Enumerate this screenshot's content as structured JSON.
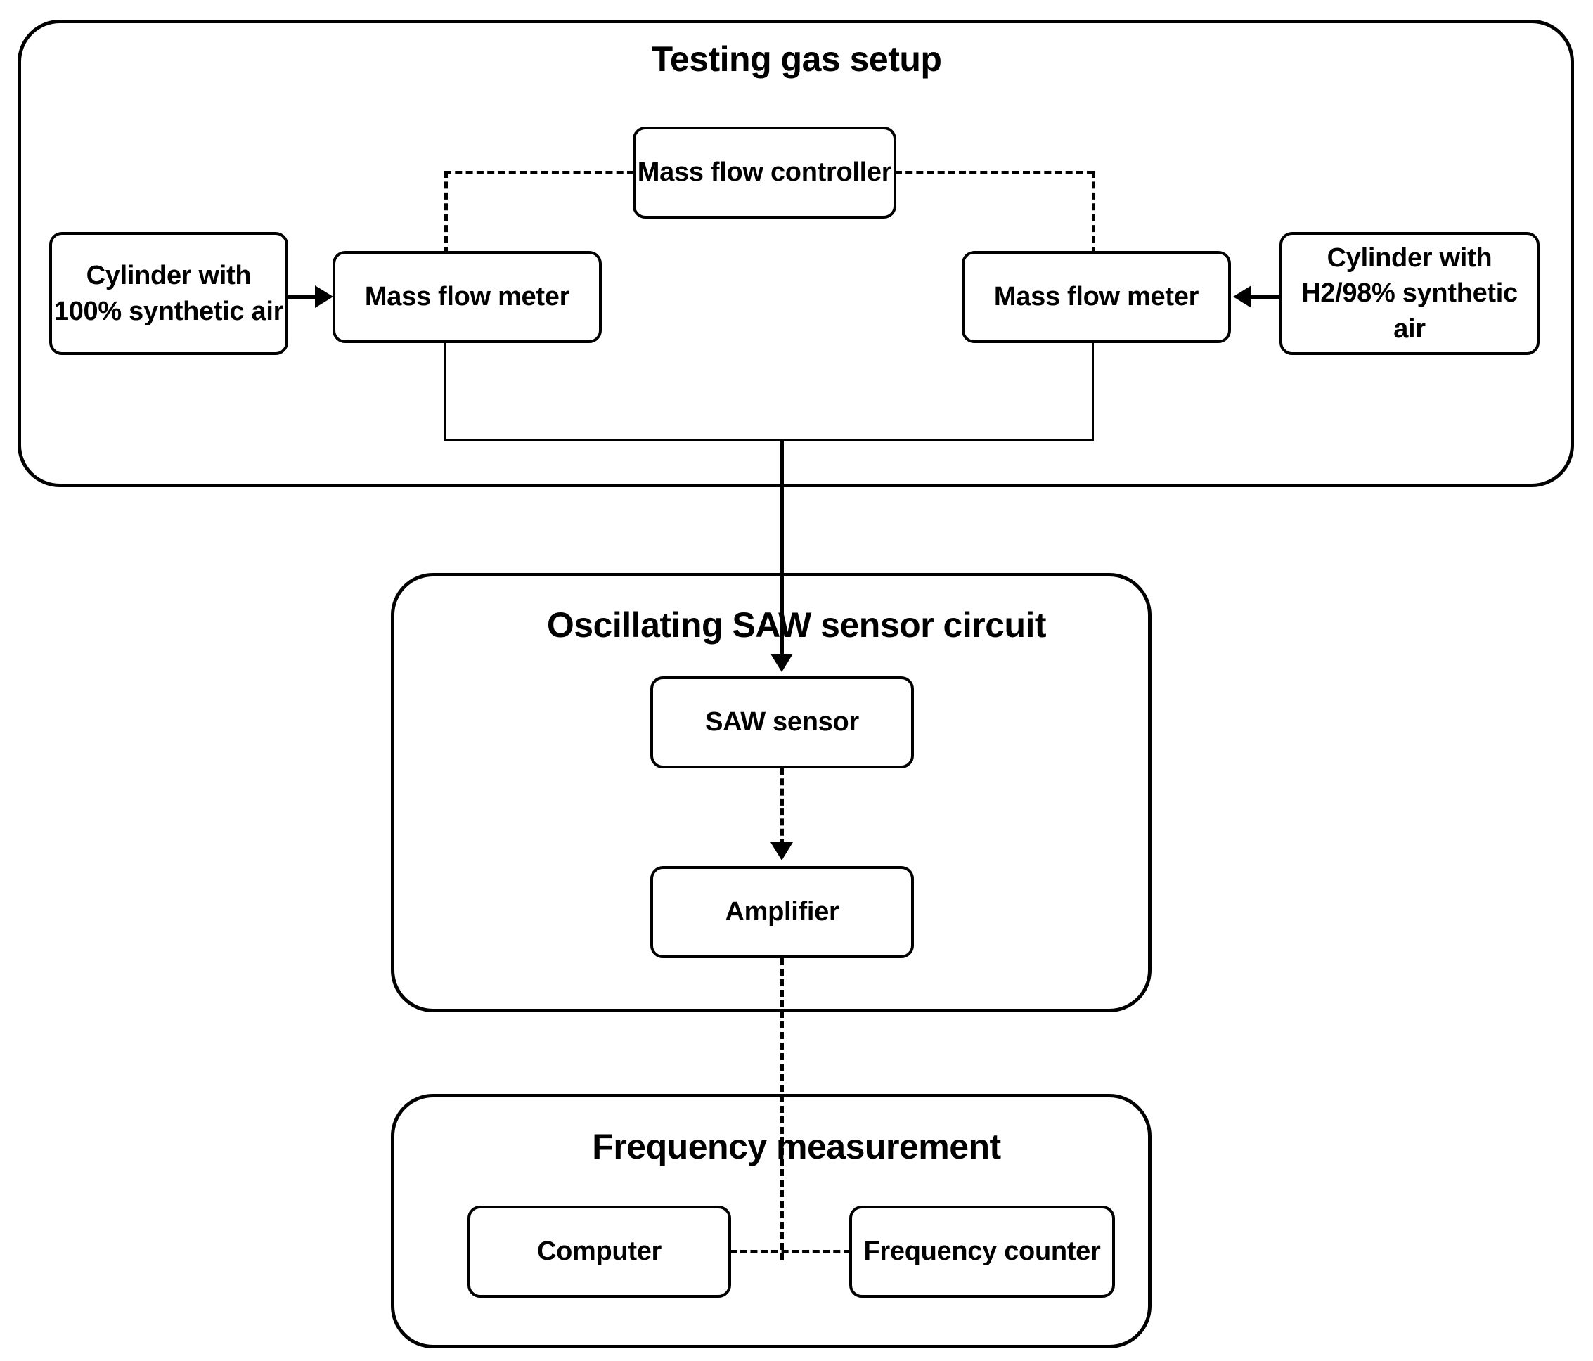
{
  "diagram": {
    "title": "Testing gas setup",
    "groups": [
      {
        "id": "testing-gas-setup",
        "label": "Testing gas setup"
      },
      {
        "id": "saw-circuit",
        "label": "Oscillating SAW  sensor circuit"
      },
      {
        "id": "frequency-measurement",
        "label": "Frequency  measurement"
      }
    ],
    "nodes": {
      "cylinder_air": "Cylinder with 100% synthetic air",
      "mass_flow_meter_left": "Mass flow meter",
      "mass_flow_controller": "Mass flow controller",
      "mass_flow_meter_right": "Mass flow meter",
      "cylinder_h2": "Cylinder with H2/98% synthetic air",
      "saw_sensor": "SAW sensor",
      "amplifier": "Amplifier",
      "computer": "Computer",
      "frequency_counter": "Frequency counter"
    },
    "connections": [
      {
        "from": "cylinder_air",
        "to": "mass_flow_meter_left",
        "style": "solid",
        "arrow": "right"
      },
      {
        "from": "cylinder_h2",
        "to": "mass_flow_meter_right",
        "style": "solid",
        "arrow": "left"
      },
      {
        "from": "mass_flow_controller",
        "to": "mass_flow_meter_left",
        "style": "dashed",
        "arrow": "none"
      },
      {
        "from": "mass_flow_controller",
        "to": "mass_flow_meter_right",
        "style": "dashed",
        "arrow": "none"
      },
      {
        "from": "mass_flow_meter_left",
        "to": "gas_mixing_bus",
        "style": "solid",
        "arrow": "none"
      },
      {
        "from": "mass_flow_meter_right",
        "to": "gas_mixing_bus",
        "style": "solid",
        "arrow": "none"
      },
      {
        "from": "gas_mixing_bus",
        "to": "saw_sensor",
        "style": "solid",
        "arrow": "down"
      },
      {
        "from": "saw_sensor",
        "to": "amplifier",
        "style": "dashed",
        "arrow": "down"
      },
      {
        "from": "amplifier",
        "to": "frequency_counter",
        "style": "dashed",
        "arrow": "none"
      },
      {
        "from": "computer",
        "to": "frequency_counter",
        "style": "dashed",
        "arrow": "none"
      }
    ],
    "colors": {
      "stroke": "#000000",
      "background": "#ffffff",
      "text": "#000000"
    }
  }
}
